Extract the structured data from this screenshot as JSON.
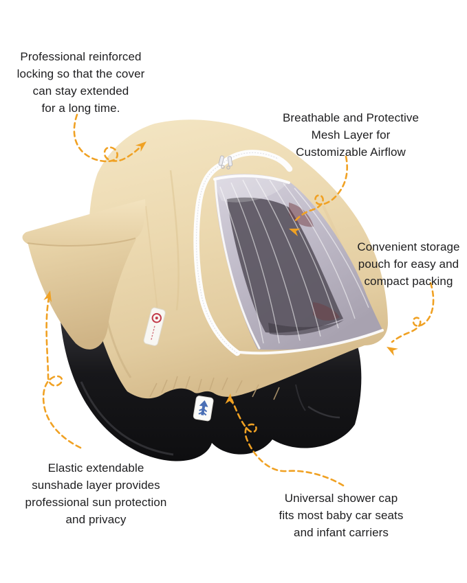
{
  "page": {
    "type": "product-feature-infographic",
    "product_name": "baby car seat cover with mesh window"
  },
  "theme": {
    "background": "#FFFFFF",
    "text_black": "#1D1D1F",
    "arrow_orange": "#F0A123",
    "cover_beige": "#EBD8AE",
    "cover_beige_light": "#F4E6C4",
    "cover_beige_dark": "#DCC196",
    "cover_beige_deep": "#C5A97B",
    "mesh_light": "#CDC9D5",
    "mesh_dark_interior": "#57515C",
    "mesh_maroon": "#713B41",
    "base_black": "#1B1B1D",
    "base_black_highlight": "#4A4A50",
    "zipper_white": "#FDFDFD",
    "tag_red": "#C23B4A",
    "tab_blue": "#4A6FB5"
  },
  "icons": {
    "pull_tab_glyph": "up-arrow-icon",
    "brand_tag_glyph": "ring-logo-icon",
    "callout_pointer": "dashed-curl-arrow-icon"
  },
  "annotations": [
    {
      "id": "reinforced-locking",
      "text": "Professional reinforced\nlocking so that the cover\ncan stay extended\nfor a long time."
    },
    {
      "id": "mesh-layer",
      "text": "Breathable and Protective\nMesh Layer for\nCustomizable Airflow"
    },
    {
      "id": "storage-pouch",
      "text": "Convenient storage\npouch for easy and\ncompact packing"
    },
    {
      "id": "sunshade-layer",
      "text": "Elastic extendable\nsunshade layer provides\nprofessional sun protection\nand privacy"
    },
    {
      "id": "shower-cap",
      "text": "Universal shower cap\nfits most baby car seats\nand infant carriers"
    }
  ]
}
